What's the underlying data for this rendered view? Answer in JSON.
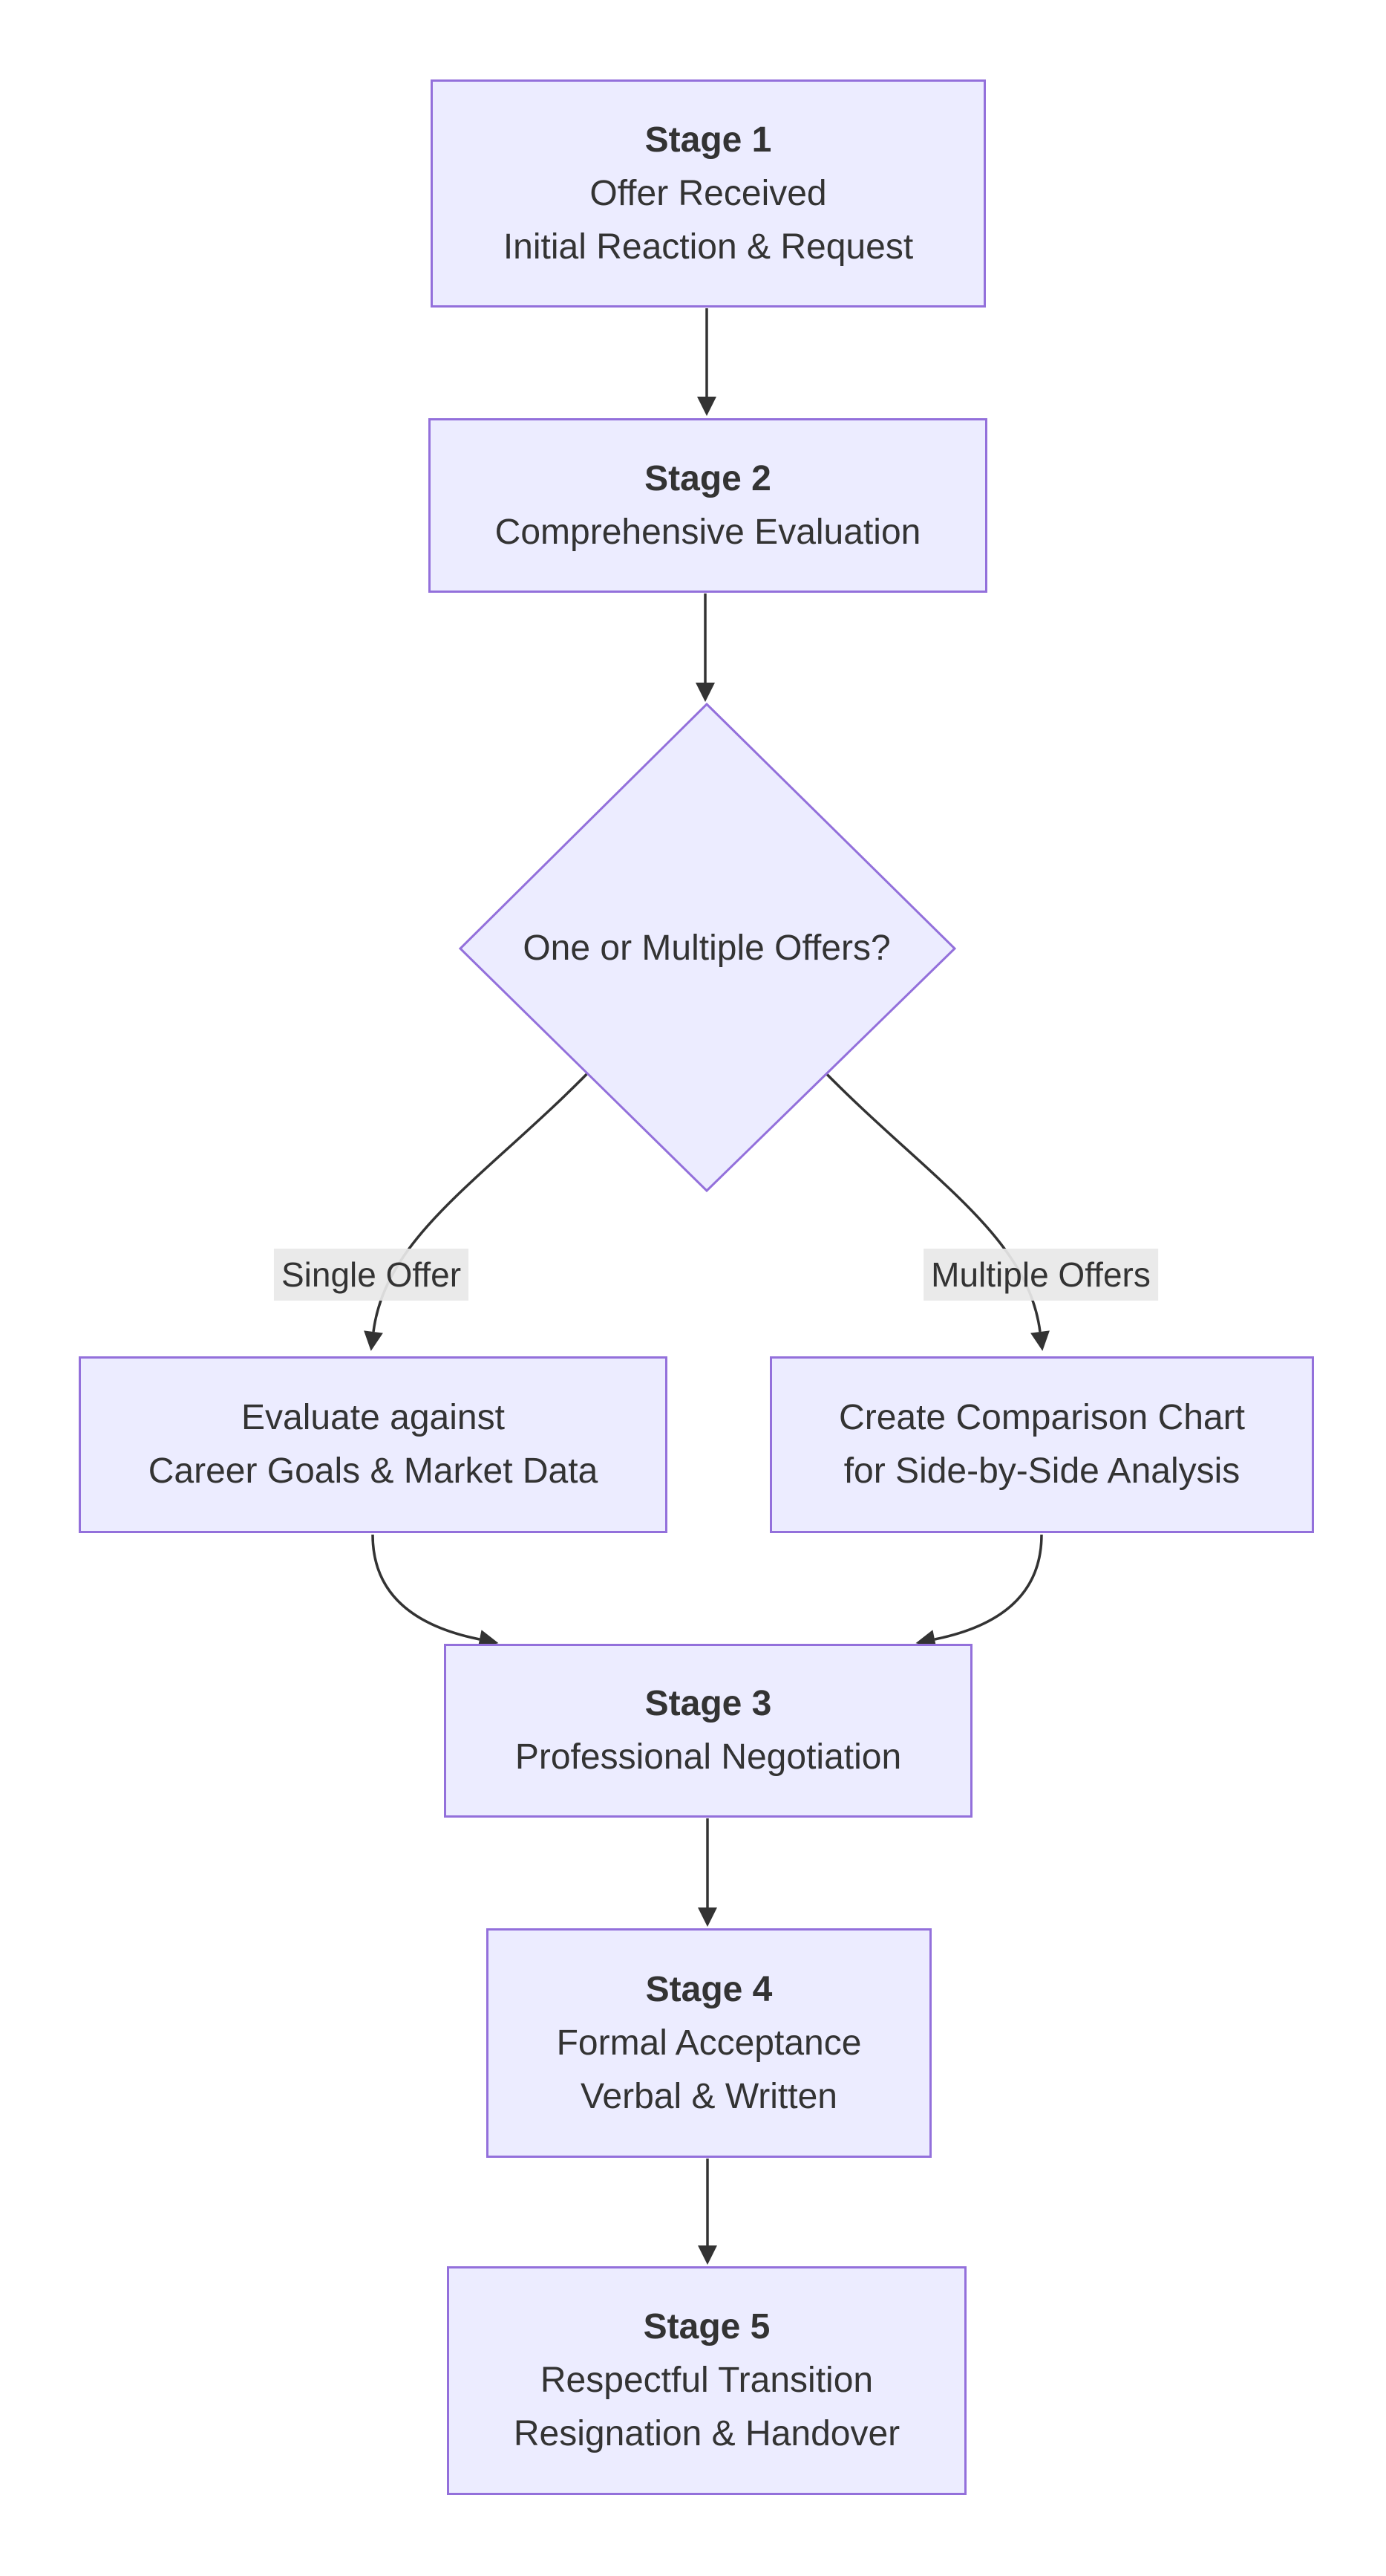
{
  "diagram": {
    "type": "flowchart",
    "background_color": "#ffffff",
    "node_fill_color": "#ECECFF",
    "node_border_color": "#9370DB",
    "edge_color": "#333333",
    "text_color": "#333333",
    "edge_label_bg_color": "#e8e8e8",
    "nodes": {
      "stage1": {
        "title": "Stage 1",
        "lines": [
          "Offer Received",
          "Initial Reaction & Request"
        ]
      },
      "stage2": {
        "title": "Stage 2",
        "lines": [
          "Comprehensive Evaluation"
        ]
      },
      "decision": {
        "text": "One or Multiple Offers?"
      },
      "single_eval": {
        "lines": [
          "Evaluate against",
          "Career Goals & Market Data"
        ]
      },
      "multi_compare": {
        "lines": [
          "Create Comparison Chart",
          "for Side-by-Side Analysis"
        ]
      },
      "stage3": {
        "title": "Stage 3",
        "lines": [
          "Professional Negotiation"
        ]
      },
      "stage4": {
        "title": "Stage 4",
        "lines": [
          "Formal Acceptance",
          "Verbal & Written"
        ]
      },
      "stage5": {
        "title": "Stage 5",
        "lines": [
          "Respectful Transition",
          "Resignation & Handover"
        ]
      }
    },
    "edge_labels": {
      "single": "Single Offer",
      "multiple": "Multiple Offers"
    }
  }
}
